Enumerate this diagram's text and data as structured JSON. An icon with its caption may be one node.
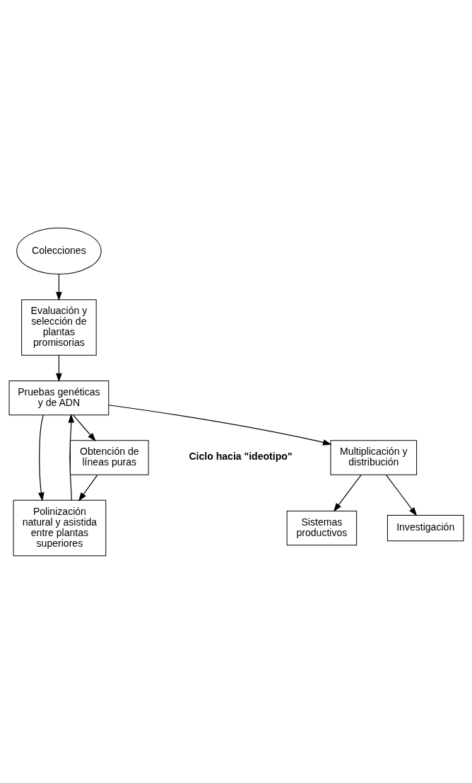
{
  "diagram": {
    "nodes": [
      {
        "text": [
          "Colecciones"
        ]
      },
      {
        "text": [
          "Evaluación y selección de plantas promisorias"
        ]
      },
      {
        "text": [
          "Pruebas genéticas y de ADN"
        ]
      },
      {
        "text": [
          "Polinización natural y asistida entre plantas superiores"
        ]
      },
      {
        "text": [
          "Obtención de líneas puras"
        ]
      },
      {
        "text": [
          "Multiplicación y distribución"
        ]
      },
      {
        "text": [
          "Sistemas productivos"
        ]
      },
      {
        "text": [
          "Investigación"
        ]
      }
    ],
    "edges": [
      {
        "from": 0,
        "to": 1,
        "arrow": "to"
      },
      {
        "from": 1,
        "to": 2,
        "arrow": "to"
      },
      {
        "from": 3,
        "to": 2,
        "arrow": "to"
      },
      {
        "from": 2,
        "to": 3,
        "arrow": "to"
      },
      {
        "from": 2,
        "to": 4,
        "arrow": "to"
      },
      {
        "from": 4,
        "to": 3,
        "arrow": "to"
      },
      {
        "from": 2,
        "to": 5,
        "arrow": "to"
      },
      {
        "from": 5,
        "to": 6,
        "arrow": "to"
      },
      {
        "from": 5,
        "to": 7,
        "arrow": "to"
      }
    ],
    "labels": [
      "Ciclo hacia \"ideotipo\""
    ]
  }
}
